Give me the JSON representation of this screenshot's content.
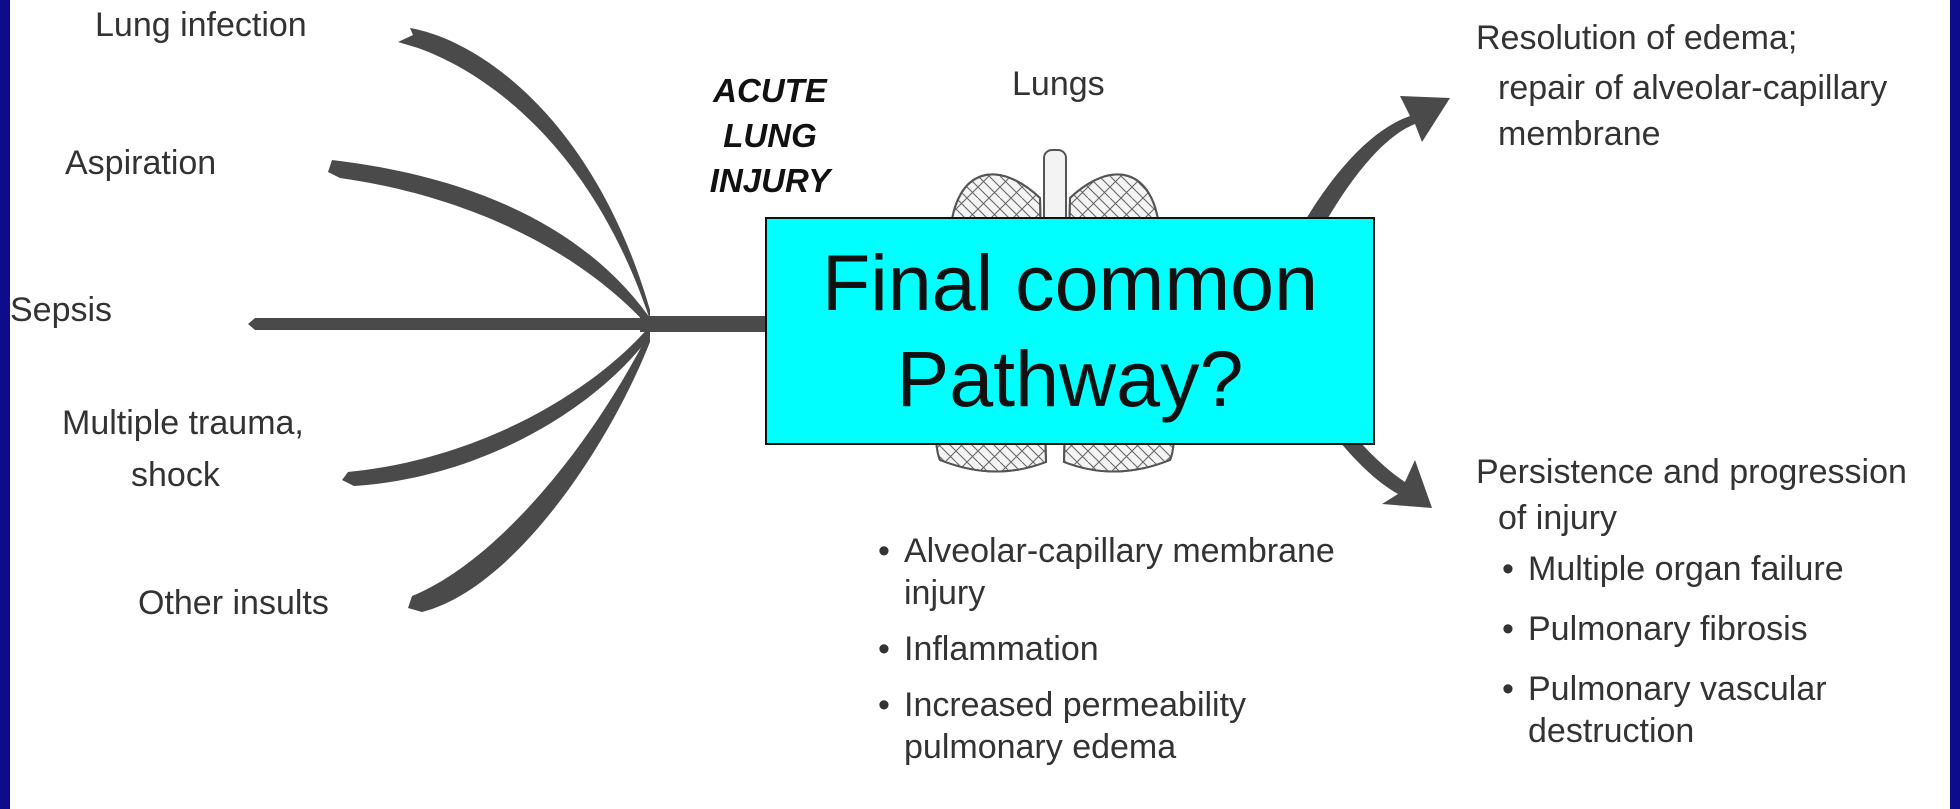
{
  "causes": {
    "lung_infection": "Lung infection",
    "aspiration": "Aspiration",
    "sepsis": "Sepsis",
    "multiple_trauma": "Multiple trauma,",
    "shock": "shock",
    "other_insults": "Other insults"
  },
  "ali_label": [
    "ACUTE",
    "LUNG",
    "INJURY"
  ],
  "lungs_label": "Lungs",
  "overlay": {
    "line1": "Final common",
    "line2": "Pathway?"
  },
  "lung_bullets": [
    {
      "line1": "Alveolar-capillary membrane",
      "line2": "injury"
    },
    {
      "line1": "Inflammation",
      "line2": ""
    },
    {
      "line1": "Increased permeability",
      "line2": "pulmonary edema"
    }
  ],
  "resolution": {
    "line1": "Resolution of edema;",
    "line2": "repair of alveolar-capillary",
    "line3": "membrane"
  },
  "persistence": {
    "line1": "Persistence and progression",
    "line2": "of injury",
    "bullets": [
      {
        "line1": "Multiple organ failure",
        "line2": ""
      },
      {
        "line1": "Pulmonary fibrosis",
        "line2": ""
      },
      {
        "line1": "Pulmonary vascular",
        "line2": "destruction"
      }
    ]
  },
  "colors": {
    "frame": "#0c0c8c",
    "overlay_bg": "#00ffff",
    "arrow": "#4a4a4a",
    "text": "#333333"
  }
}
